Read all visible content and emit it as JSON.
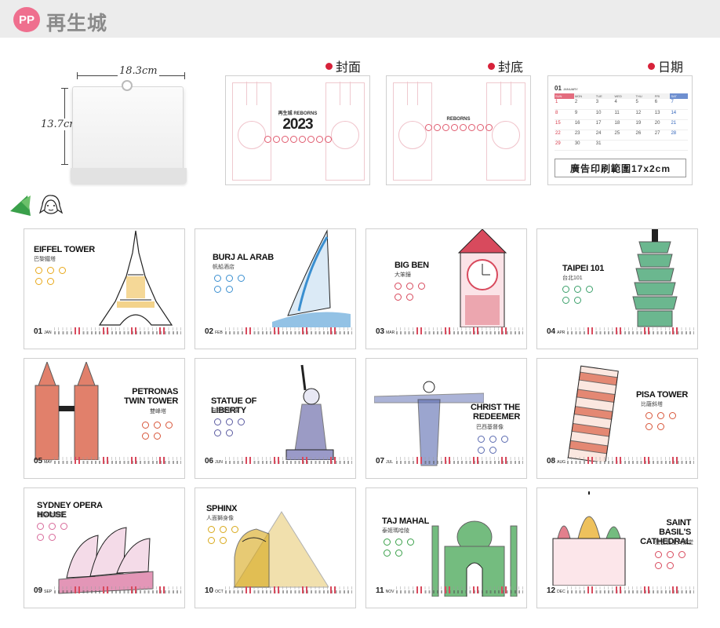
{
  "brand": {
    "badge": "PP",
    "name": "再生城"
  },
  "dimensions": {
    "width": "18.3cm",
    "height": "13.7cm"
  },
  "previews": {
    "cover_label": "封面",
    "back_label": "封底",
    "date_label": "日期",
    "cover_small": "再生城 REBORNS",
    "cover_year": "2023",
    "back_title": "REBORNS",
    "date_month": "01",
    "date_month_name": "JANUARY",
    "ad_area": "廣告印刷範圍17x2cm",
    "weekdays": [
      "SUN",
      "MON",
      "TUE",
      "WED",
      "THU",
      "FRI",
      "SAT"
    ],
    "weeks": [
      [
        "1",
        "2",
        "3",
        "4",
        "5",
        "6",
        "7"
      ],
      [
        "8",
        "9",
        "10",
        "11",
        "12",
        "13",
        "14"
      ],
      [
        "15",
        "16",
        "17",
        "18",
        "19",
        "20",
        "21"
      ],
      [
        "22",
        "23",
        "24",
        "25",
        "26",
        "27",
        "28"
      ],
      [
        "29",
        "30",
        "31",
        "",
        "",
        "",
        ""
      ]
    ]
  },
  "months": [
    {
      "num": "01",
      "abbr": "JAN",
      "title": "EIFFEL TOWER",
      "subtitle": "巴黎鐵塔",
      "accent": "#e8a818"
    },
    {
      "num": "02",
      "abbr": "FEB",
      "title": "BURJ AL ARAB",
      "subtitle": "帆船酒店",
      "accent": "#3a8fd0"
    },
    {
      "num": "03",
      "abbr": "MAR",
      "title": "BIG BEN",
      "subtitle": "大笨鐘",
      "accent": "#d84a5d"
    },
    {
      "num": "04",
      "abbr": "APR",
      "title": "TAIPEI 101",
      "subtitle": "台北101",
      "accent": "#3aa06a"
    },
    {
      "num": "05",
      "abbr": "MAY",
      "title": "PETRONAS TWIN TOWER",
      "subtitle": "雙峰塔",
      "accent": "#d8563a"
    },
    {
      "num": "06",
      "abbr": "JUN",
      "title": "STATUE OF LIBERTY",
      "subtitle": "自由女神像",
      "accent": "#5a5aa0"
    },
    {
      "num": "07",
      "abbr": "JUL",
      "title": "CHRIST THE REDEEMER",
      "subtitle": "巴西基督像",
      "accent": "#5a6ab0"
    },
    {
      "num": "08",
      "abbr": "AUG",
      "title": "PISA TOWER",
      "subtitle": "比薩斜塔",
      "accent": "#d8563a"
    },
    {
      "num": "09",
      "abbr": "SEP",
      "title": "SYDNEY OPERA HOUSE",
      "subtitle": "雪梨歌劇院",
      "accent": "#d86a9a"
    },
    {
      "num": "10",
      "abbr": "OCT",
      "title": "SPHINX",
      "subtitle": "人面獅身像",
      "accent": "#d8a818"
    },
    {
      "num": "11",
      "abbr": "NOV",
      "title": "TAJ MAHAL",
      "subtitle": "泰姬瑪哈陵",
      "accent": "#3aa04a"
    },
    {
      "num": "12",
      "abbr": "DEC",
      "title": "SAINT BASIL'S CATHEDRAL",
      "subtitle": "聖瓦西里大教堂",
      "accent": "#d84a5d"
    }
  ]
}
